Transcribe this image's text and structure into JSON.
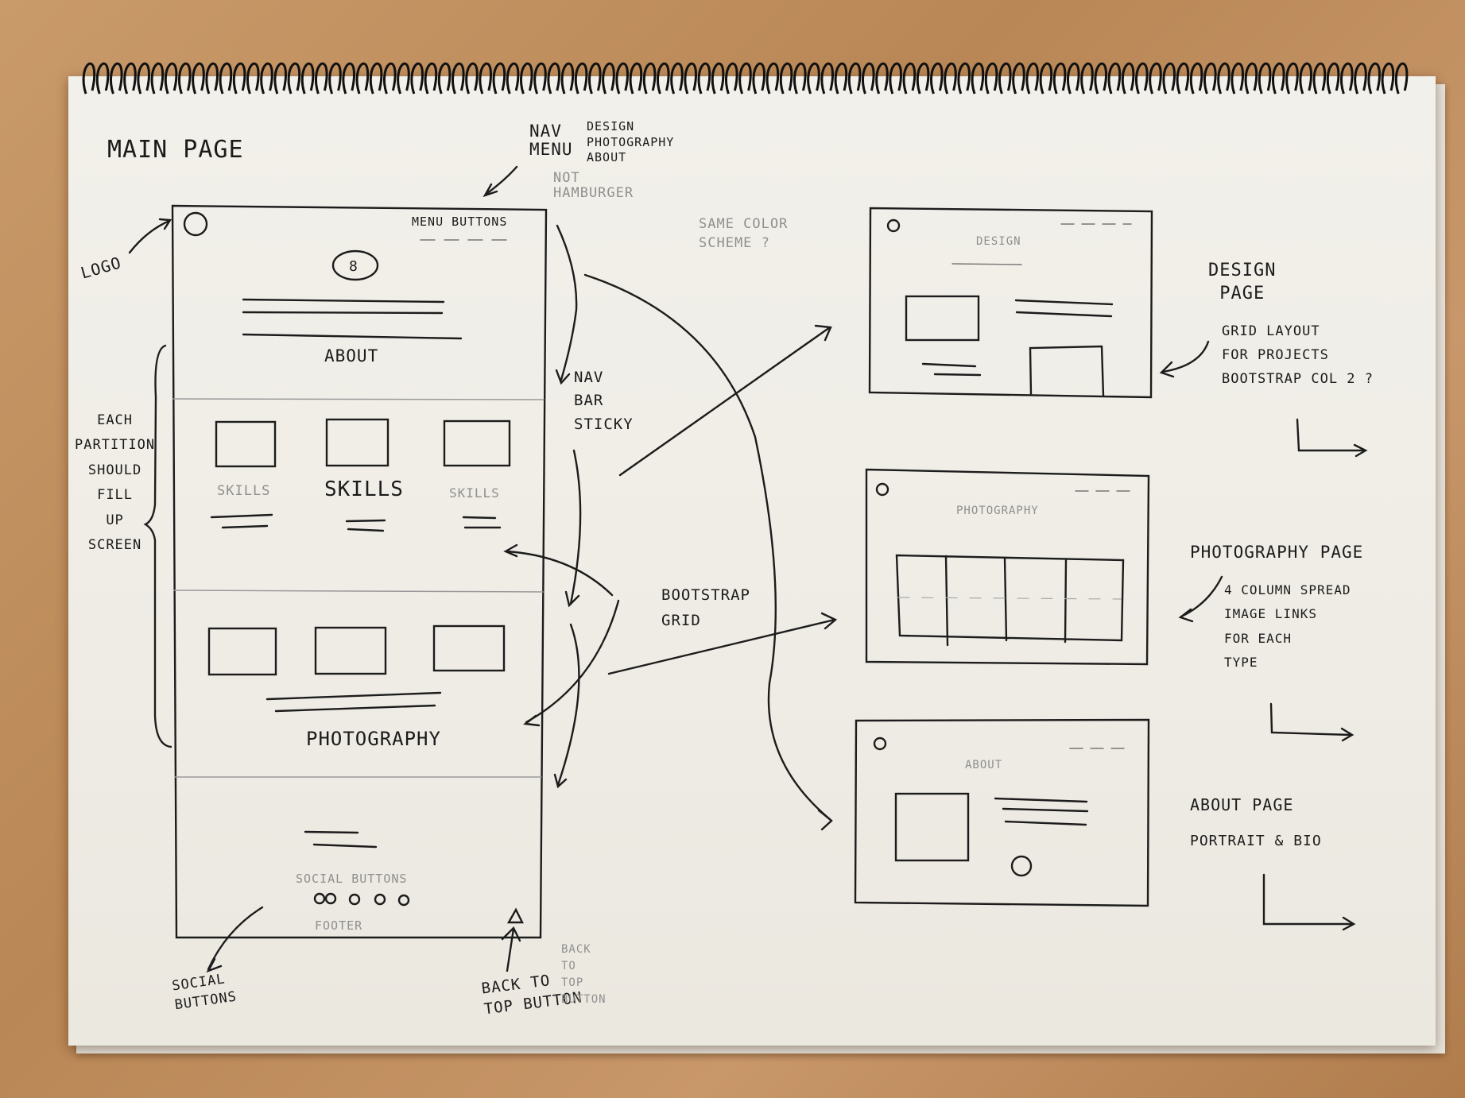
{
  "sketch": {
    "title": "MAIN PAGE",
    "nav_menu": {
      "label": "NAV\nMENU",
      "items": "DESIGN\nPHOTOGRAPHY\nABOUT",
      "note": "NOT\nHAMBURGER"
    },
    "menu_buttons": "MENU BUTTONS",
    "logo": "LOGO",
    "about": "ABOUT",
    "partition_note": "EACH\nPARTITION\nSHOULD\nFILL\nUP\nSCREEN",
    "skills_left": "SKILLS",
    "skills_center": "SKILLS",
    "skills_right": "SKILLS",
    "photography": "PHOTOGRAPHY",
    "social_buttons_inner": "SOCIAL BUTTONS",
    "footer": "FOOTER",
    "social_buttons_note": "SOCIAL\nBUTTONS",
    "back_to_top": "BACK TO\nTOP BUTTON",
    "back_to_top_faint": "BACK\nTO\nTOP\nBUTTON",
    "nav_bar_sticky": "NAV\nBAR\nSTICKY",
    "bootstrap_grid": "BOOTSTRAP\nGRID",
    "same_color": "SAME COLOR\nSCHEME ?",
    "design_inner": "DESIGN",
    "photography_inner": "PHOTOGRAPHY",
    "about_inner": "ABOUT",
    "design_page": "DESIGN\nPAGE",
    "design_notes": "GRID LAYOUT\nFOR PROJECTS\nBOOTSTRAP COL 2 ?",
    "photography_page": "PHOTOGRAPHY PAGE",
    "photography_notes": "4 COLUMN SPREAD\nIMAGE LINKS\nFOR EACH\nTYPE",
    "about_page": "ABOUT PAGE",
    "about_notes": "PORTRAIT & BIO"
  }
}
